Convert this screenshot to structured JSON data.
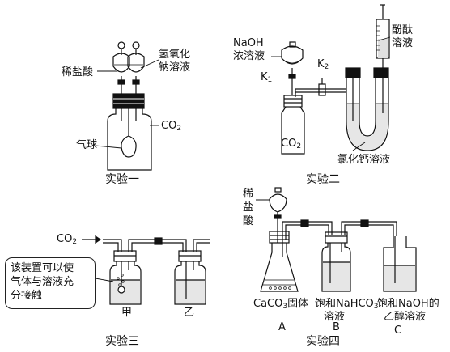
{
  "experiment1": {
    "caption": "实验一",
    "acid_label": "稀盐酸",
    "base_label_line1": "氢氧化",
    "base_label_line2": "钠溶液",
    "co2_label": "CO",
    "co2_sub": "2",
    "balloon_label": "气球"
  },
  "experiment2": {
    "caption": "实验二",
    "naoh_label_line1": "NaOH",
    "naoh_label_line2": "浓溶液",
    "k1_label": "K",
    "k1_sub": "1",
    "k2_label": "K",
    "k2_sub": "2",
    "phenol_label_line1": "酚酞",
    "phenol_label_line2": "溶液",
    "co2_label": "CO",
    "co2_sub": "2",
    "cacl2_label": "氯化钙溶液"
  },
  "experiment3": {
    "caption": "实验三",
    "co2_label": "CO",
    "co2_sub": "2",
    "note_line1": "该装置可以使",
    "note_line2": "气体与溶液充",
    "note_line3": "分接触",
    "bottle_a": "甲",
    "bottle_b": "乙"
  },
  "experiment4": {
    "caption": "实验四",
    "acid_line1": "稀",
    "acid_line2": "盐",
    "acid_line3": "酸",
    "flask_label_main": "CaCO",
    "flask_label_sub": "3",
    "flask_label_tail": "固体",
    "bottle_b_line1_a": "饱和NaHCO",
    "bottle_b_line1_sub": "3",
    "bottle_b_line2": "溶液",
    "bottle_c_line1": "饱和NaOH的",
    "bottle_c_line2": "乙醇溶液",
    "letter_a": "A",
    "letter_b": "B",
    "letter_c": "C"
  }
}
